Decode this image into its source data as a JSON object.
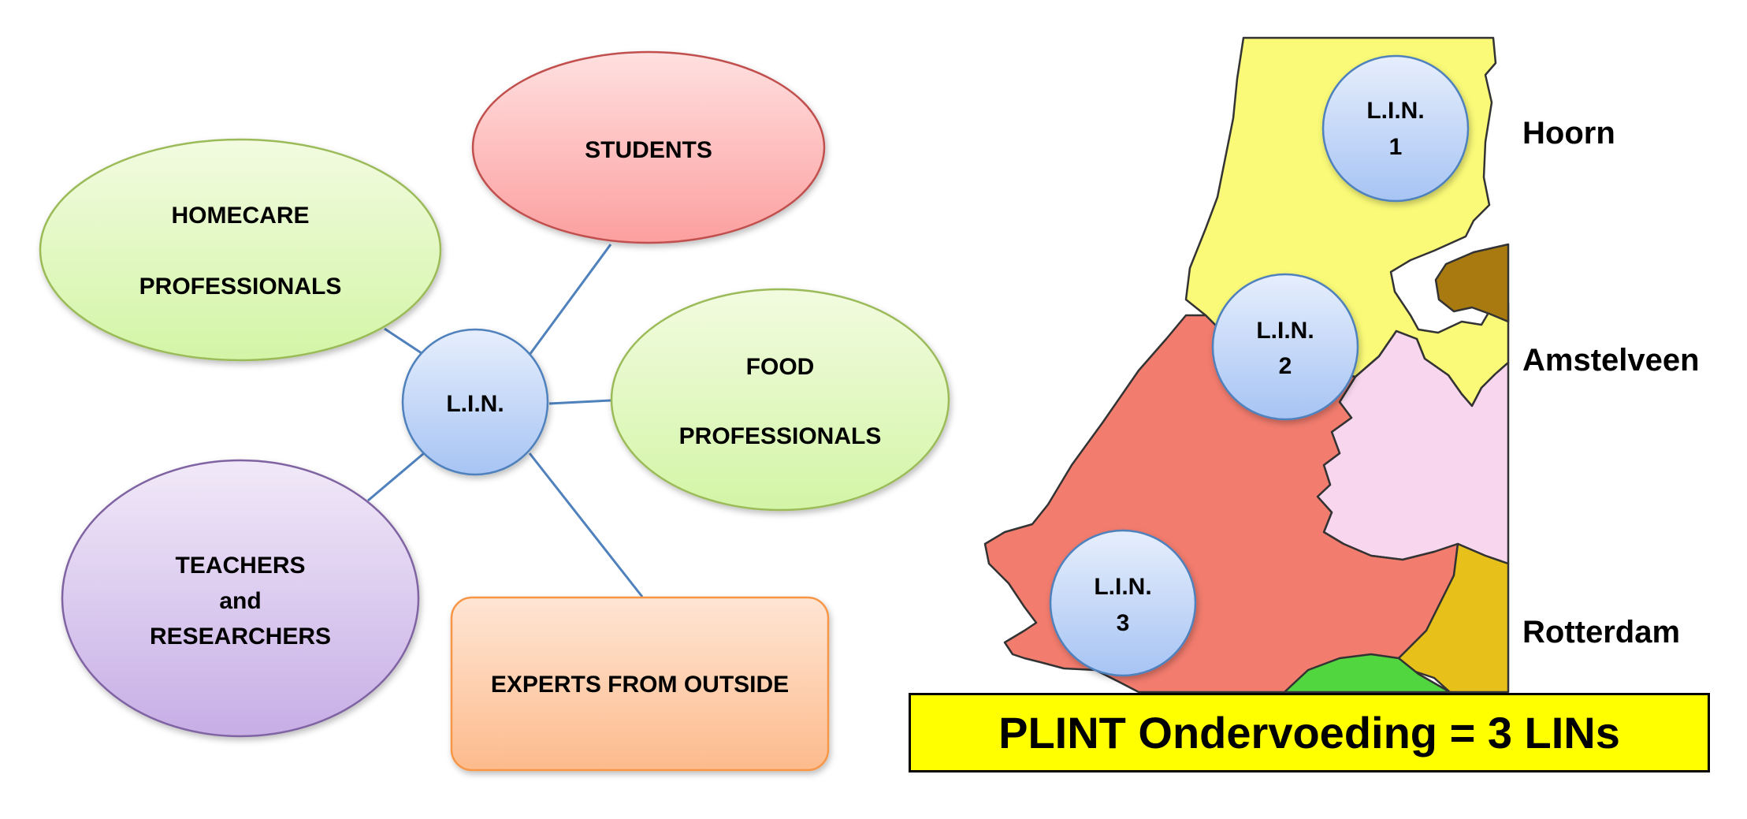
{
  "diagram": {
    "center": {
      "label": "L.I.N."
    },
    "nodes": {
      "students": {
        "label": "STUDENTS"
      },
      "homecare": {
        "line1": "HOMECARE",
        "line2": "PROFESSIONALS"
      },
      "food": {
        "line1": "FOOD",
        "line2": "PROFESSIONALS"
      },
      "teachers": {
        "line1": "TEACHERS",
        "line2": "and",
        "line3": "RESEARCHERS"
      },
      "experts": {
        "label": "EXPERTS FROM OUTSIDE"
      }
    }
  },
  "map": {
    "lins": [
      {
        "line1": "L.I.N.",
        "line2": "1",
        "city": "Hoorn"
      },
      {
        "line1": "L.I.N.",
        "line2": "2",
        "city": "Amstelveen"
      },
      {
        "line1": "L.I.N.",
        "line2": "3",
        "city": "Rotterdam"
      }
    ],
    "banner": "PLINT Ondervoeding = 3 LINs"
  },
  "colors": {
    "yellow_region": "#fafa78",
    "red_region": "#f27c6e",
    "pink_region": "#f7d6ee",
    "brown_region": "#a87a10",
    "gold_region": "#e7c11a",
    "green_region": "#52d63f",
    "connector": "#4f81bd",
    "banner": "#ffff00"
  }
}
